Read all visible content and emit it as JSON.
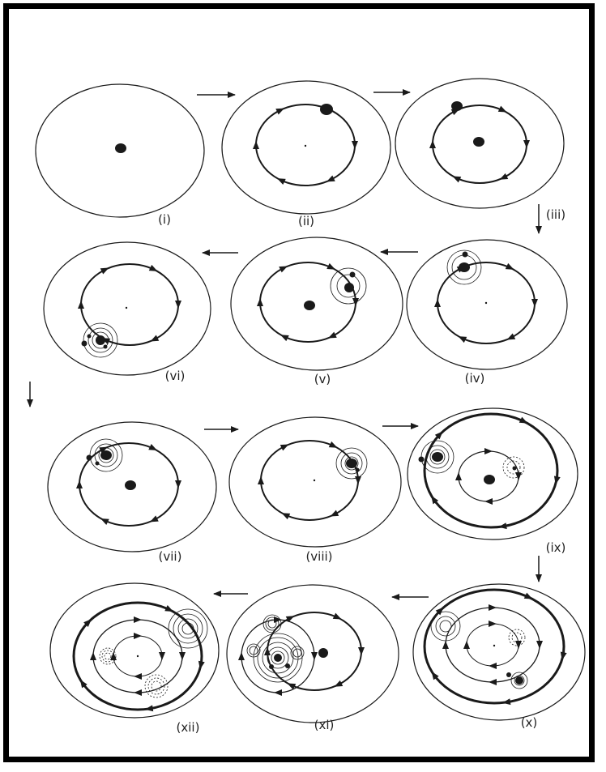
{
  "labels": [
    "(i)",
    "(ii)",
    "(iii)",
    "(iv)",
    "(v)",
    "(vi)",
    "(vii)",
    "(viii)",
    "(ix)",
    "(x)",
    "(xi)",
    "(xii)"
  ],
  "colors": {
    "ink": "#1a1a1a",
    "background": "#ffffff",
    "frame": "#000000"
  },
  "icons": [
    "arrow-right-icon",
    "arrow-left-icon",
    "arrow-down-icon"
  ]
}
